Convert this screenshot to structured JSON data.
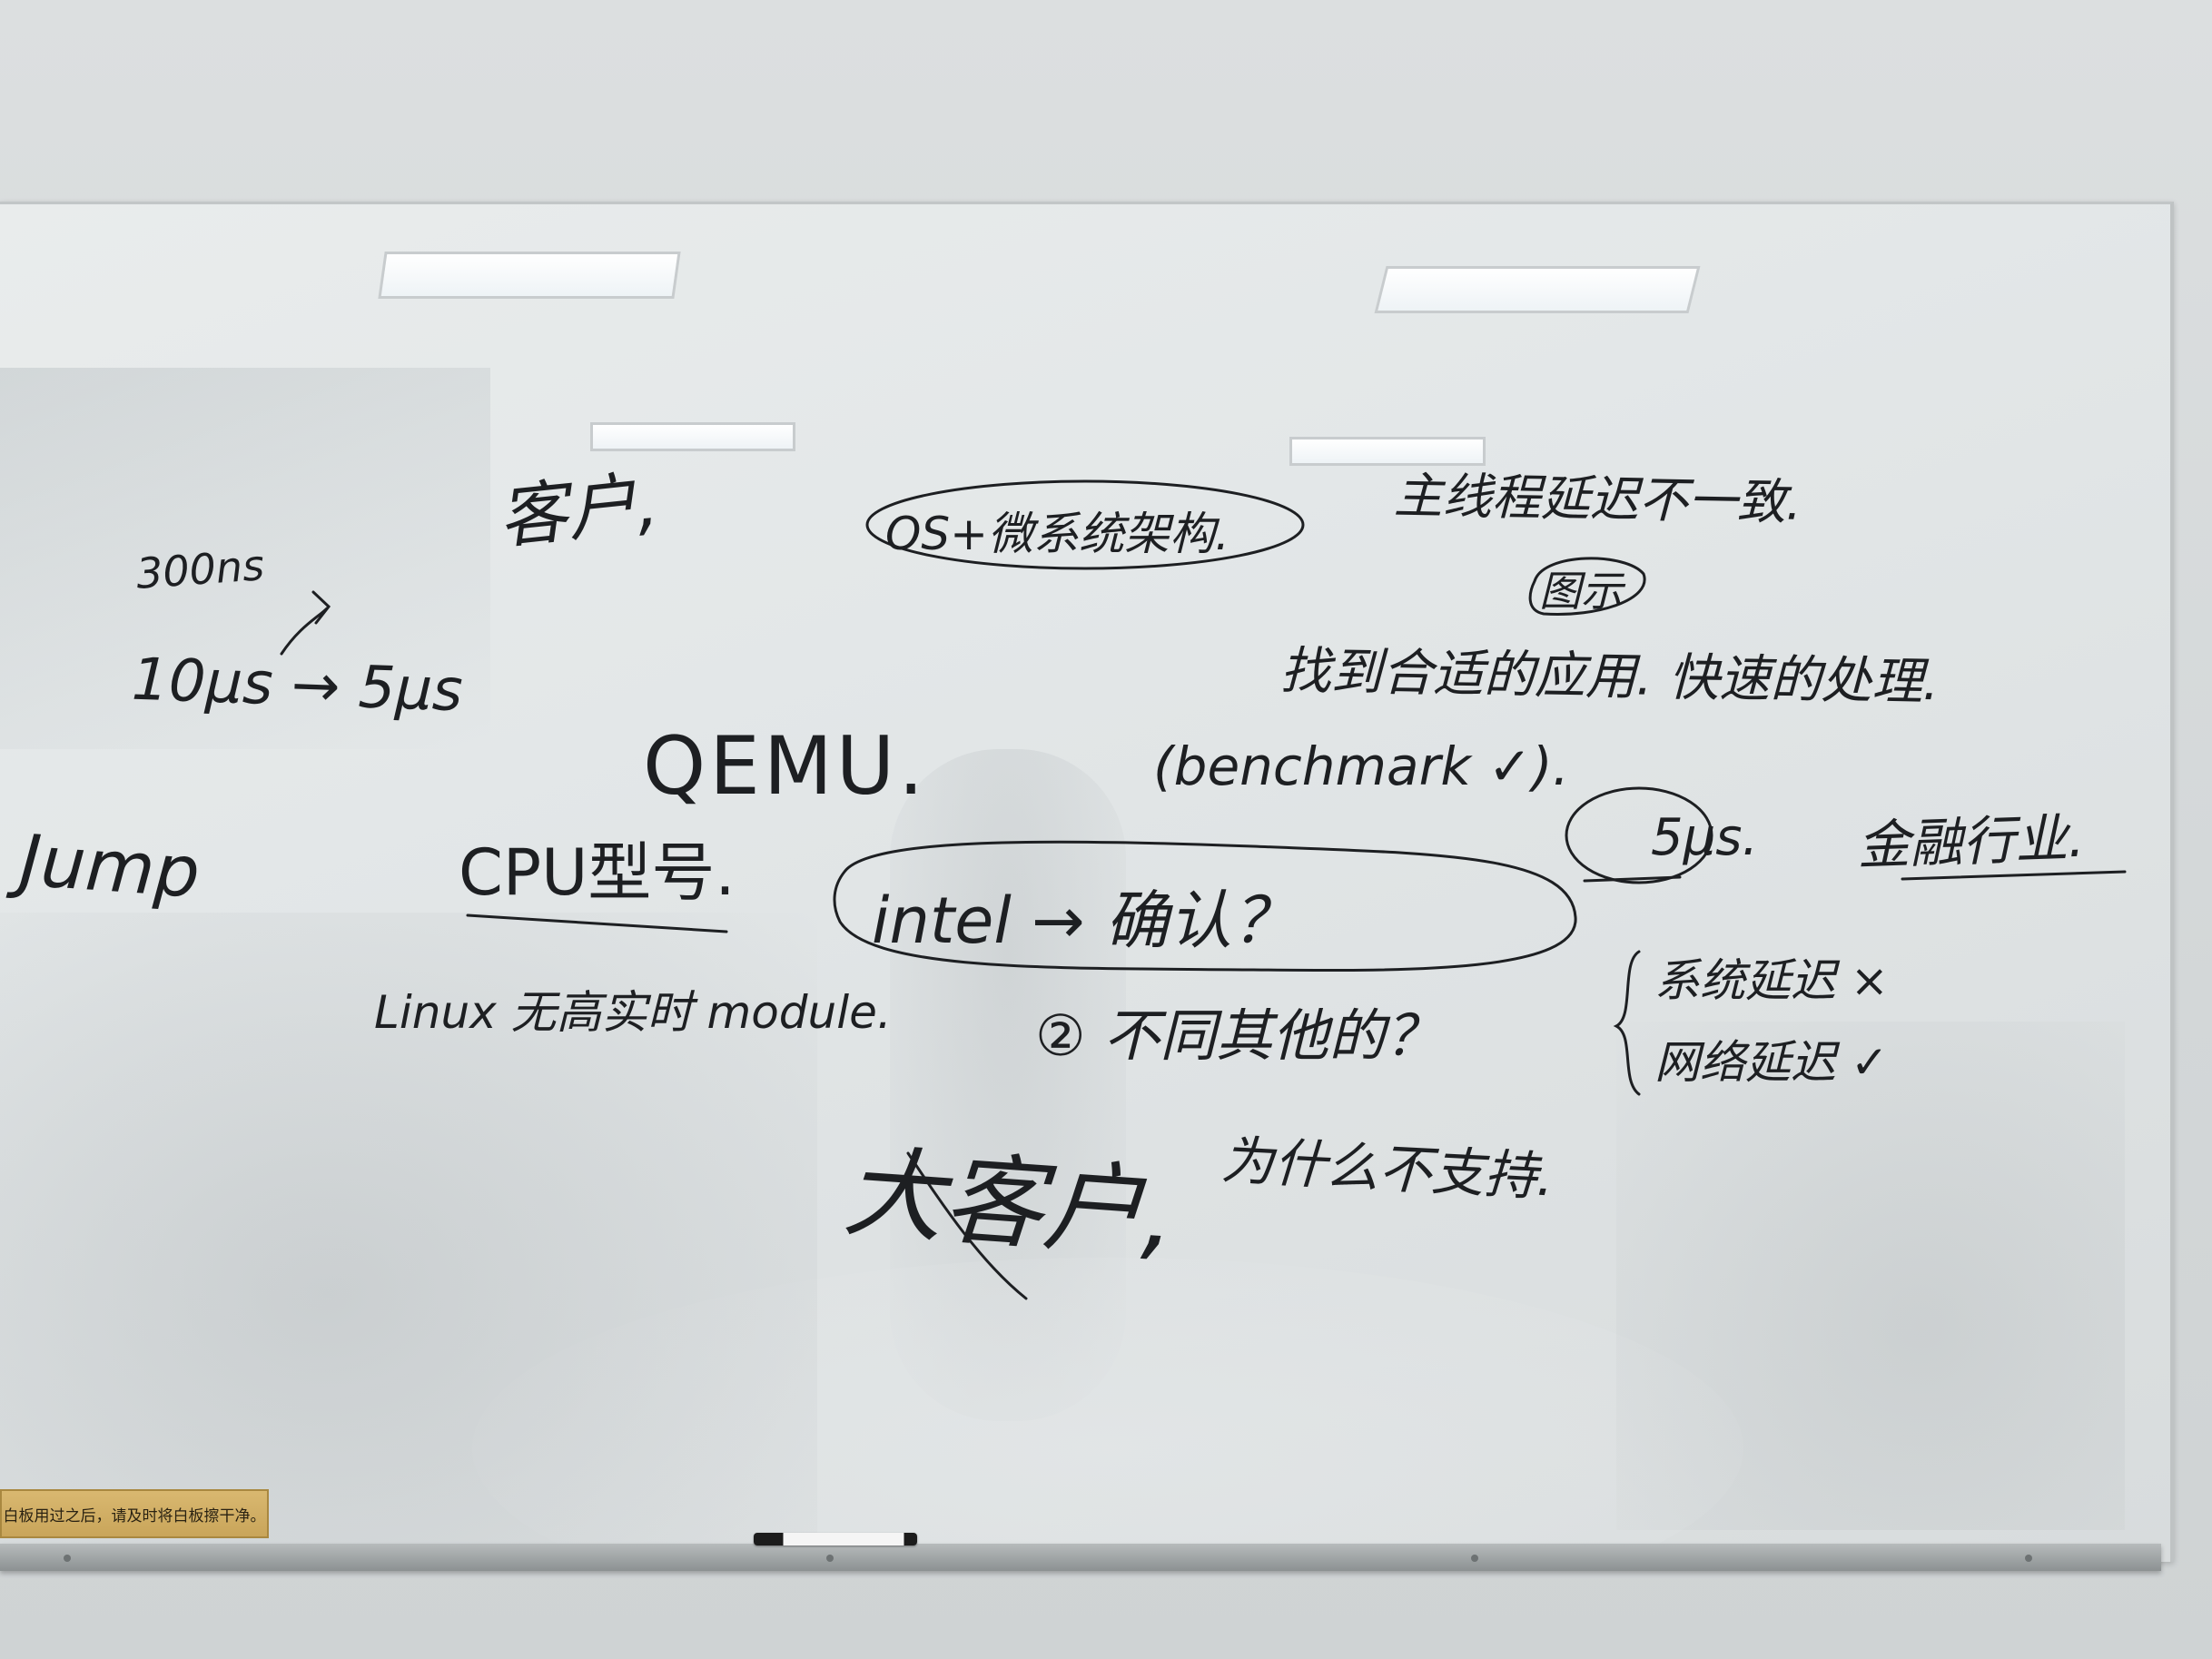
{
  "sign": {
    "text": "白板用过之后，请及时将白板擦干净。"
  },
  "whiteboard": {
    "notes": {
      "top_left_char": "客户,",
      "latency_300ns": "300ns",
      "latency_10us": "10μs → 5μs",
      "jump": "Jump",
      "os_note": "OS+微系统架构.",
      "top_right_line1": "主线程延迟不一致.",
      "top_right_line2": "图示",
      "find_line": "找到合适的应用. 快速的处理.",
      "qemu": "QEMU.",
      "benchmark": "(benchmark ✓).",
      "cpu_model": "CPU型号.",
      "intel_confirm": "intel → 确认？",
      "five_us": "5μs.",
      "finance": "金融行业.",
      "linux_module": "Linux 无高实时 module.",
      "other_question": "② 不同其他的？",
      "why_not_support": "为什么不支持.",
      "big_client": "大客户,",
      "system_latency": "系统延迟 ×",
      "network_latency": "网络延迟 ✓"
    }
  }
}
